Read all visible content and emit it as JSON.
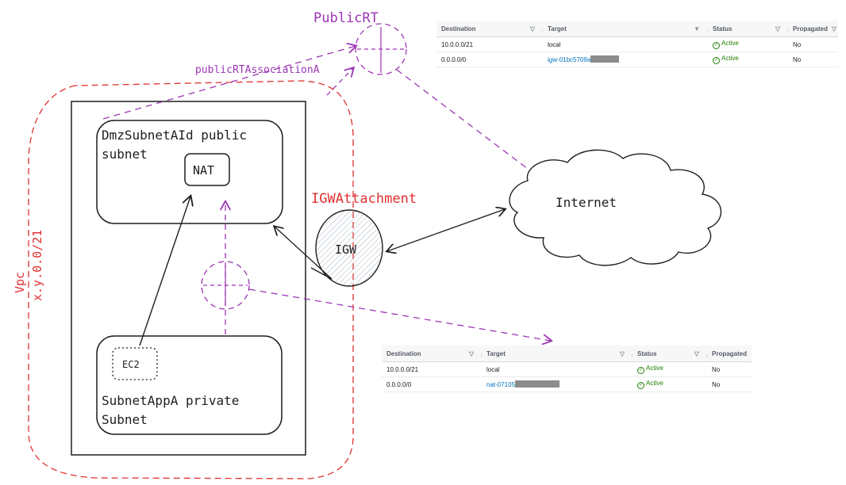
{
  "labels": {
    "public_rt": "PublicRT",
    "public_rt_association": "publicRTAssociationA",
    "igw_attachment": "IGWAttachment",
    "vpc_line1": "Vpc",
    "vpc_line2": "x.y.0.0/21",
    "dmz_subnet_line1": "DmzSubnetAId public",
    "dmz_subnet_line2": "subnet",
    "nat": "NAT",
    "internet": "Internet",
    "igw": "IGW",
    "ec2": "EC2",
    "app_subnet_line1": "SubnetAppA private",
    "app_subnet_line2": "Subnet"
  },
  "colors": {
    "purple": "#9c36b5",
    "red": "#e03131",
    "ink": "#1e1e1e"
  },
  "public_route_table": {
    "headers": [
      "Destination",
      "Target",
      "Status",
      "Propagated"
    ],
    "rows": [
      {
        "destination": "10.0.0.0/21",
        "target": "local",
        "target_is_link": false,
        "status": "Active",
        "propagated": "No"
      },
      {
        "destination": "0.0.0.0/0",
        "target": "igw-01bc5709a",
        "target_is_link": true,
        "status": "Active",
        "propagated": "No"
      }
    ]
  },
  "private_route_table": {
    "headers": [
      "Destination",
      "Target",
      "Status",
      "Propagated"
    ],
    "rows": [
      {
        "destination": "10.0.0.0/21",
        "target": "local",
        "target_is_link": false,
        "status": "Active",
        "propagated": "No"
      },
      {
        "destination": "0.0.0.0/0",
        "target": "nat-07105",
        "target_is_link": true,
        "status": "Active",
        "propagated": "No"
      }
    ]
  }
}
